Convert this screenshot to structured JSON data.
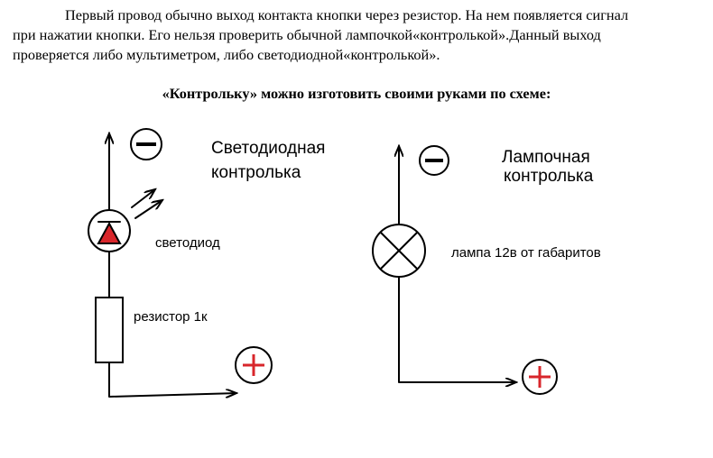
{
  "document": {
    "paragraph_lines": [
      "Первый провод обычно выход контакта кнопки через резистор. На нем появляется сигнал",
      "при нажатии кнопки. Его нельзя проверить обычной лампочкой«контролькой».Данный выход",
      "проверяется либо мультиметром, либо светодиодной«контролькой»."
    ],
    "heading": "«Контрольку» можно изготовить своими руками по схеме:"
  },
  "left_circuit": {
    "title_line1": "Светодиодная",
    "title_line2": "контролька",
    "led_label": "светодиод",
    "resistor_label": "резистор 1к",
    "minus_icon": "minus-circle-icon",
    "plus_icon": "plus-circle-icon"
  },
  "right_circuit": {
    "title_line1": "Лампочная",
    "title_line2": "контролька",
    "lamp_label": "лампа 12в от габаритов",
    "minus_icon": "minus-circle-icon",
    "plus_icon": "plus-circle-icon"
  },
  "colors": {
    "led_fill": "#d8262b",
    "plus_sign": "#d8262b",
    "wire": "#000000"
  }
}
